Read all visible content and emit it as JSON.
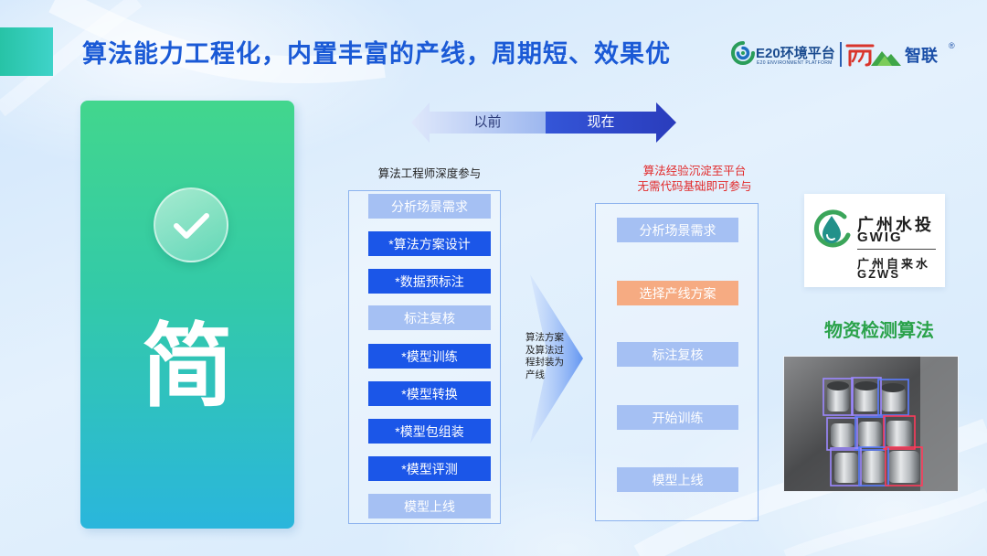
{
  "title": "算法能力工程化，内置丰富的产线，周期短、效果优",
  "logos": {
    "e20_icon": "swirl-logo-icon",
    "e20_name": "E20环境平台",
    "e20_tagline": "E20 ENVIRONMENT PLATFORM",
    "partner_icon": "mountain-logo-icon",
    "partner_name": "智联",
    "partner_mark": "®"
  },
  "left_card": {
    "icon": "check-circle-icon",
    "character": "简"
  },
  "timeline": {
    "before_label": "以前",
    "now_label": "现在"
  },
  "before_process": {
    "caption": "算法工程师深度参与",
    "steps": [
      "分析场景需求",
      "*算法方案设计",
      "*数据预标注",
      "标注复核",
      "*模型训练",
      "*模型转换",
      "*模型包组装",
      "*模型评测",
      "模型上线"
    ]
  },
  "transition": {
    "icon": "chevron-right-icon",
    "note": "算法方案及算法过程封装为产线"
  },
  "now_process": {
    "caption_lines": [
      "算法经验沉淀至平台",
      "无需代码基础即可参与"
    ],
    "steps": [
      "分析场景需求",
      "选择产线方案",
      "标注复核",
      "开始训练",
      "模型上线"
    ],
    "highlighted_step_index": 1
  },
  "customer": {
    "logo_icon": "water-drop-logo-icon",
    "name_1": "广州水投",
    "abbr_1": "GWIG",
    "name_2": "广州自来水",
    "abbr_2": "GZWS"
  },
  "case": {
    "title": "物资检测算法"
  },
  "colors": {
    "title": "#1b5ad6",
    "dark_step": "#1b56e8",
    "light_step": "#a5c0f3",
    "highlight_step": "#f6ab82",
    "note_red": "#e2292a",
    "case_green": "#2aa24a"
  }
}
